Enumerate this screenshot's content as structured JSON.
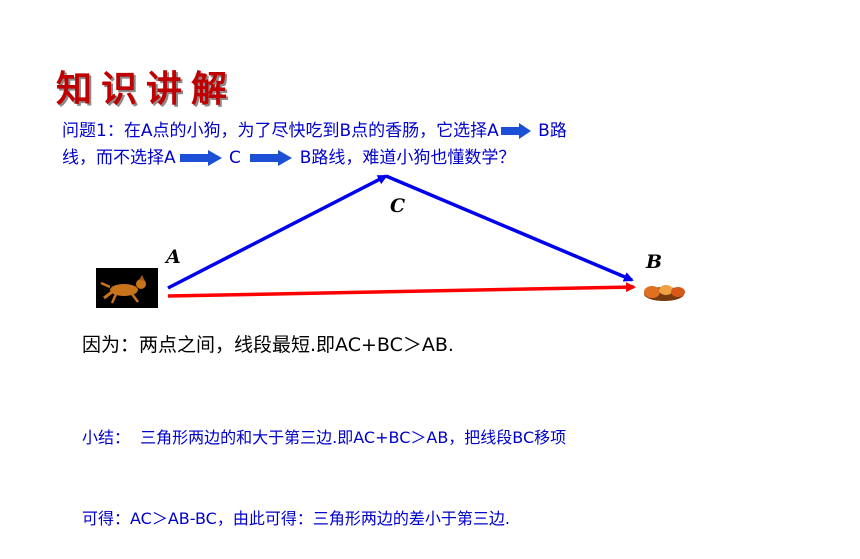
{
  "title": "知识讲解",
  "question": {
    "part1": "问题1：在A点的小狗，为了尽快吃到B点的香肠，它选择A",
    "part2": " B路",
    "part3": "线，而不选择A",
    "part4": " C ",
    "part5": " B路线，难道小狗也懂数学？"
  },
  "labels": {
    "A": "A",
    "B": "B",
    "C": "C"
  },
  "because": "因为：两点之间，线段最短.即AC+BC＞AB.",
  "summary": {
    "line1": "小结：  三角形两边的和大于第三边.即AC+BC＞AB，把线段BC移项",
    "line2": "可得：AC＞AB-BC，由此可得：三角形两边的差小于第三边."
  },
  "colors": {
    "title": "#c00000",
    "text_blue": "#0000cc",
    "line_red": "#ff0000",
    "line_blue": "#0000ee"
  },
  "icons": [
    "right-arrow-icon",
    "dog-icon",
    "sausage-icon"
  ]
}
